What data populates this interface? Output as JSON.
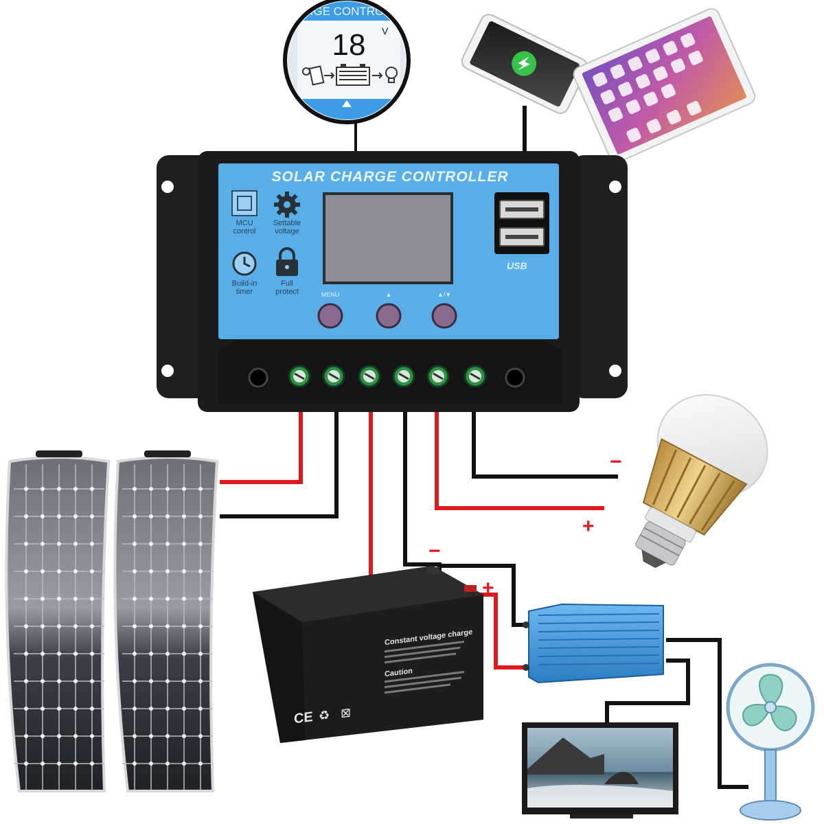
{
  "controller": {
    "title": "SOLAR CHARGE CONTROLLER",
    "features": [
      {
        "label": "MCU\ncontrol",
        "icon": "chip-icon"
      },
      {
        "label": "Settable\nvoltage",
        "icon": "gear-icon"
      },
      {
        "label": "Build-in\ntimer",
        "icon": "clock-icon"
      },
      {
        "label": "Full\nprotect",
        "icon": "lock-icon"
      }
    ],
    "buttons": [
      {
        "label": "MENU"
      },
      {
        "label": "▲"
      },
      {
        "label": "▲/▼"
      }
    ],
    "usb_label": "USB",
    "terminal_count": 6
  },
  "magnifier": {
    "header": "CHARGE CONTROLLER",
    "voltage_value": "18",
    "voltage_unit": "V",
    "flow_icons": [
      "sun-panel-icon",
      "battery-icon",
      "bulb-icon"
    ]
  },
  "battery": {
    "heading": "Constant voltage charge",
    "caution": "Caution",
    "marks": [
      "CE",
      "♻",
      "⊠"
    ]
  },
  "polarity": {
    "positive": "+",
    "negative": "−"
  },
  "colors": {
    "wire_positive": "#e0191f",
    "wire_negative": "#111111",
    "controller_face": "#5aaee8",
    "controller_body": "#1b1b1d",
    "lcd": "#8c8c94",
    "terminal_green": "#2f8f46",
    "inverter": "#3b8fd4"
  }
}
